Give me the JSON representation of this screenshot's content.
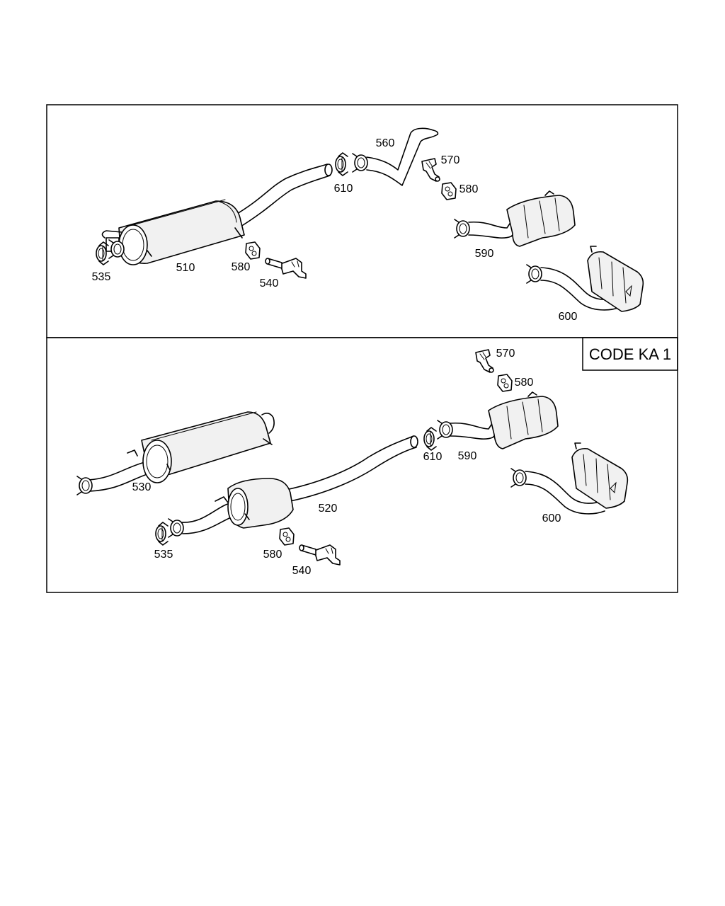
{
  "diagram": {
    "code_label": "CODE KA 1",
    "top_panel": {
      "labels": {
        "p510": "510",
        "p535": "535",
        "p540": "540",
        "p560": "560",
        "p570": "570",
        "p580a": "580",
        "p580b": "580",
        "p590": "590",
        "p600": "600",
        "p610": "610"
      }
    },
    "bottom_panel": {
      "labels": {
        "p520": "520",
        "p530": "530",
        "p535": "535",
        "p540": "540",
        "p570": "570",
        "p580a": "580",
        "p580b": "580",
        "p590": "590",
        "p600": "600",
        "p610": "610"
      }
    }
  }
}
